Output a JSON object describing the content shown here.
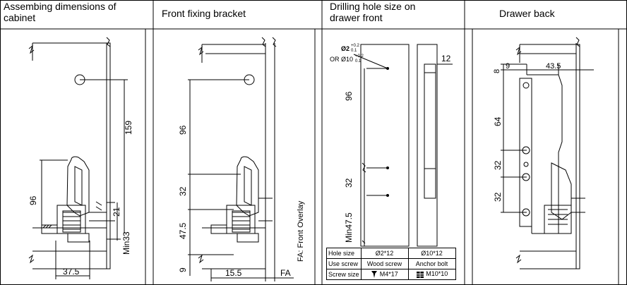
{
  "headers": {
    "col1": "Assembing dimensions of cabinet",
    "col2": "Front fixing bracket",
    "col3": "Drilling hole size on drawer front",
    "col4": "Drawer back"
  },
  "panel1": {
    "dim_159": "159",
    "dim_96": "96",
    "dim_21": "21",
    "dim_min33": "Min33",
    "dim_375": "37.5"
  },
  "panel2": {
    "dim_96": "96",
    "dim_32": "32",
    "dim_475": "47.5",
    "dim_9": "9",
    "dim_155": "15.5",
    "dim_fa": "FA",
    "fa_note": "FA: Front Overlay"
  },
  "panel3": {
    "hole_a": "Ø2",
    "hole_a_tol_up": "+0.2",
    "hole_a_tol_dn": "0.1",
    "hole_b_prefix": "OR Ø10",
    "hole_b_tol_up": "+0.2",
    "hole_b_tol_dn": "0.1",
    "dim_12": "12",
    "dim_96": "96",
    "dim_32": "32",
    "dim_min475": "Min47.5"
  },
  "panel4": {
    "dim_8": "8",
    "dim_9": "9",
    "dim_435": "43.5",
    "dim_64": "64",
    "dim_32a": "32",
    "dim_32b": "32"
  },
  "table": {
    "rows": [
      [
        "Hole size",
        "Ø2*12",
        "Ø10*12"
      ],
      [
        "Use screw",
        "Wood screw",
        "Anchor bolt"
      ],
      [
        "Screw size",
        "M4*17",
        "M10*10"
      ]
    ]
  }
}
